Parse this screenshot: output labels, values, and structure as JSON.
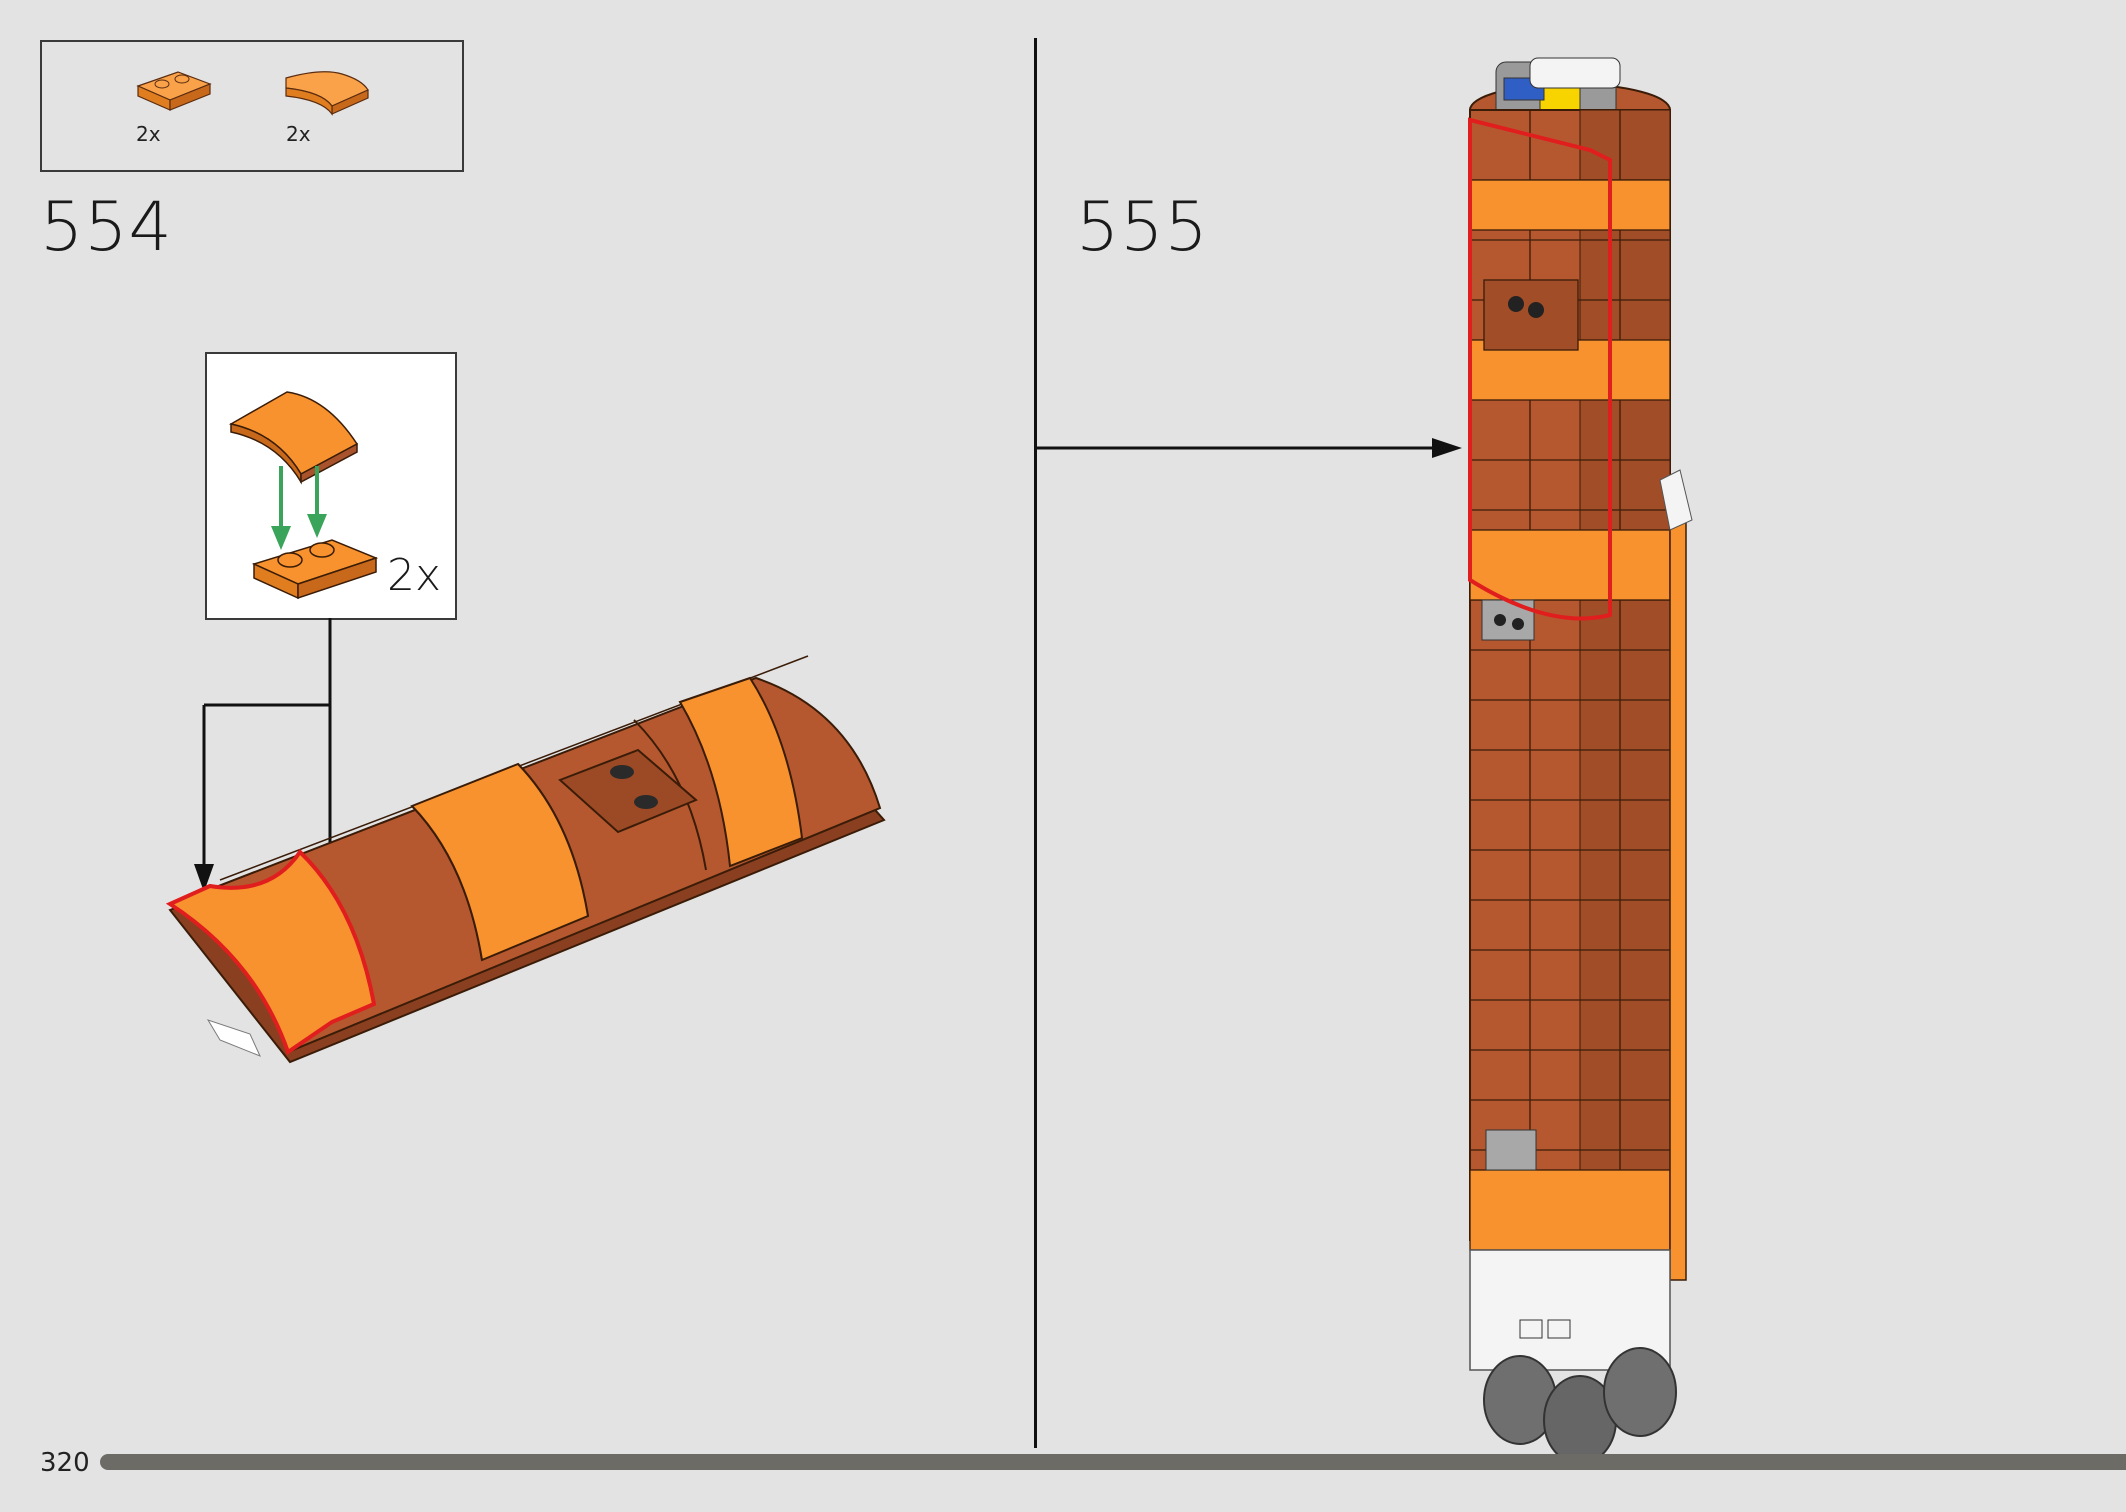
{
  "parts_list": {
    "items": [
      {
        "part": "orange-plate-1x2-rail",
        "qty": "2x"
      },
      {
        "part": "orange-curved-slope-1x2",
        "qty": "2x"
      }
    ]
  },
  "steps": [
    {
      "number": "554",
      "callout_qty": "2x"
    },
    {
      "number": "555"
    }
  ],
  "colors": {
    "background": "#e3e3e3",
    "orange": "#f7922e",
    "dark_orange": "#a9532d",
    "highlight_red": "#e01e1e",
    "arrow_green": "#3aa55a"
  },
  "footer": {
    "page_number": "320",
    "progress_percent": 100
  }
}
